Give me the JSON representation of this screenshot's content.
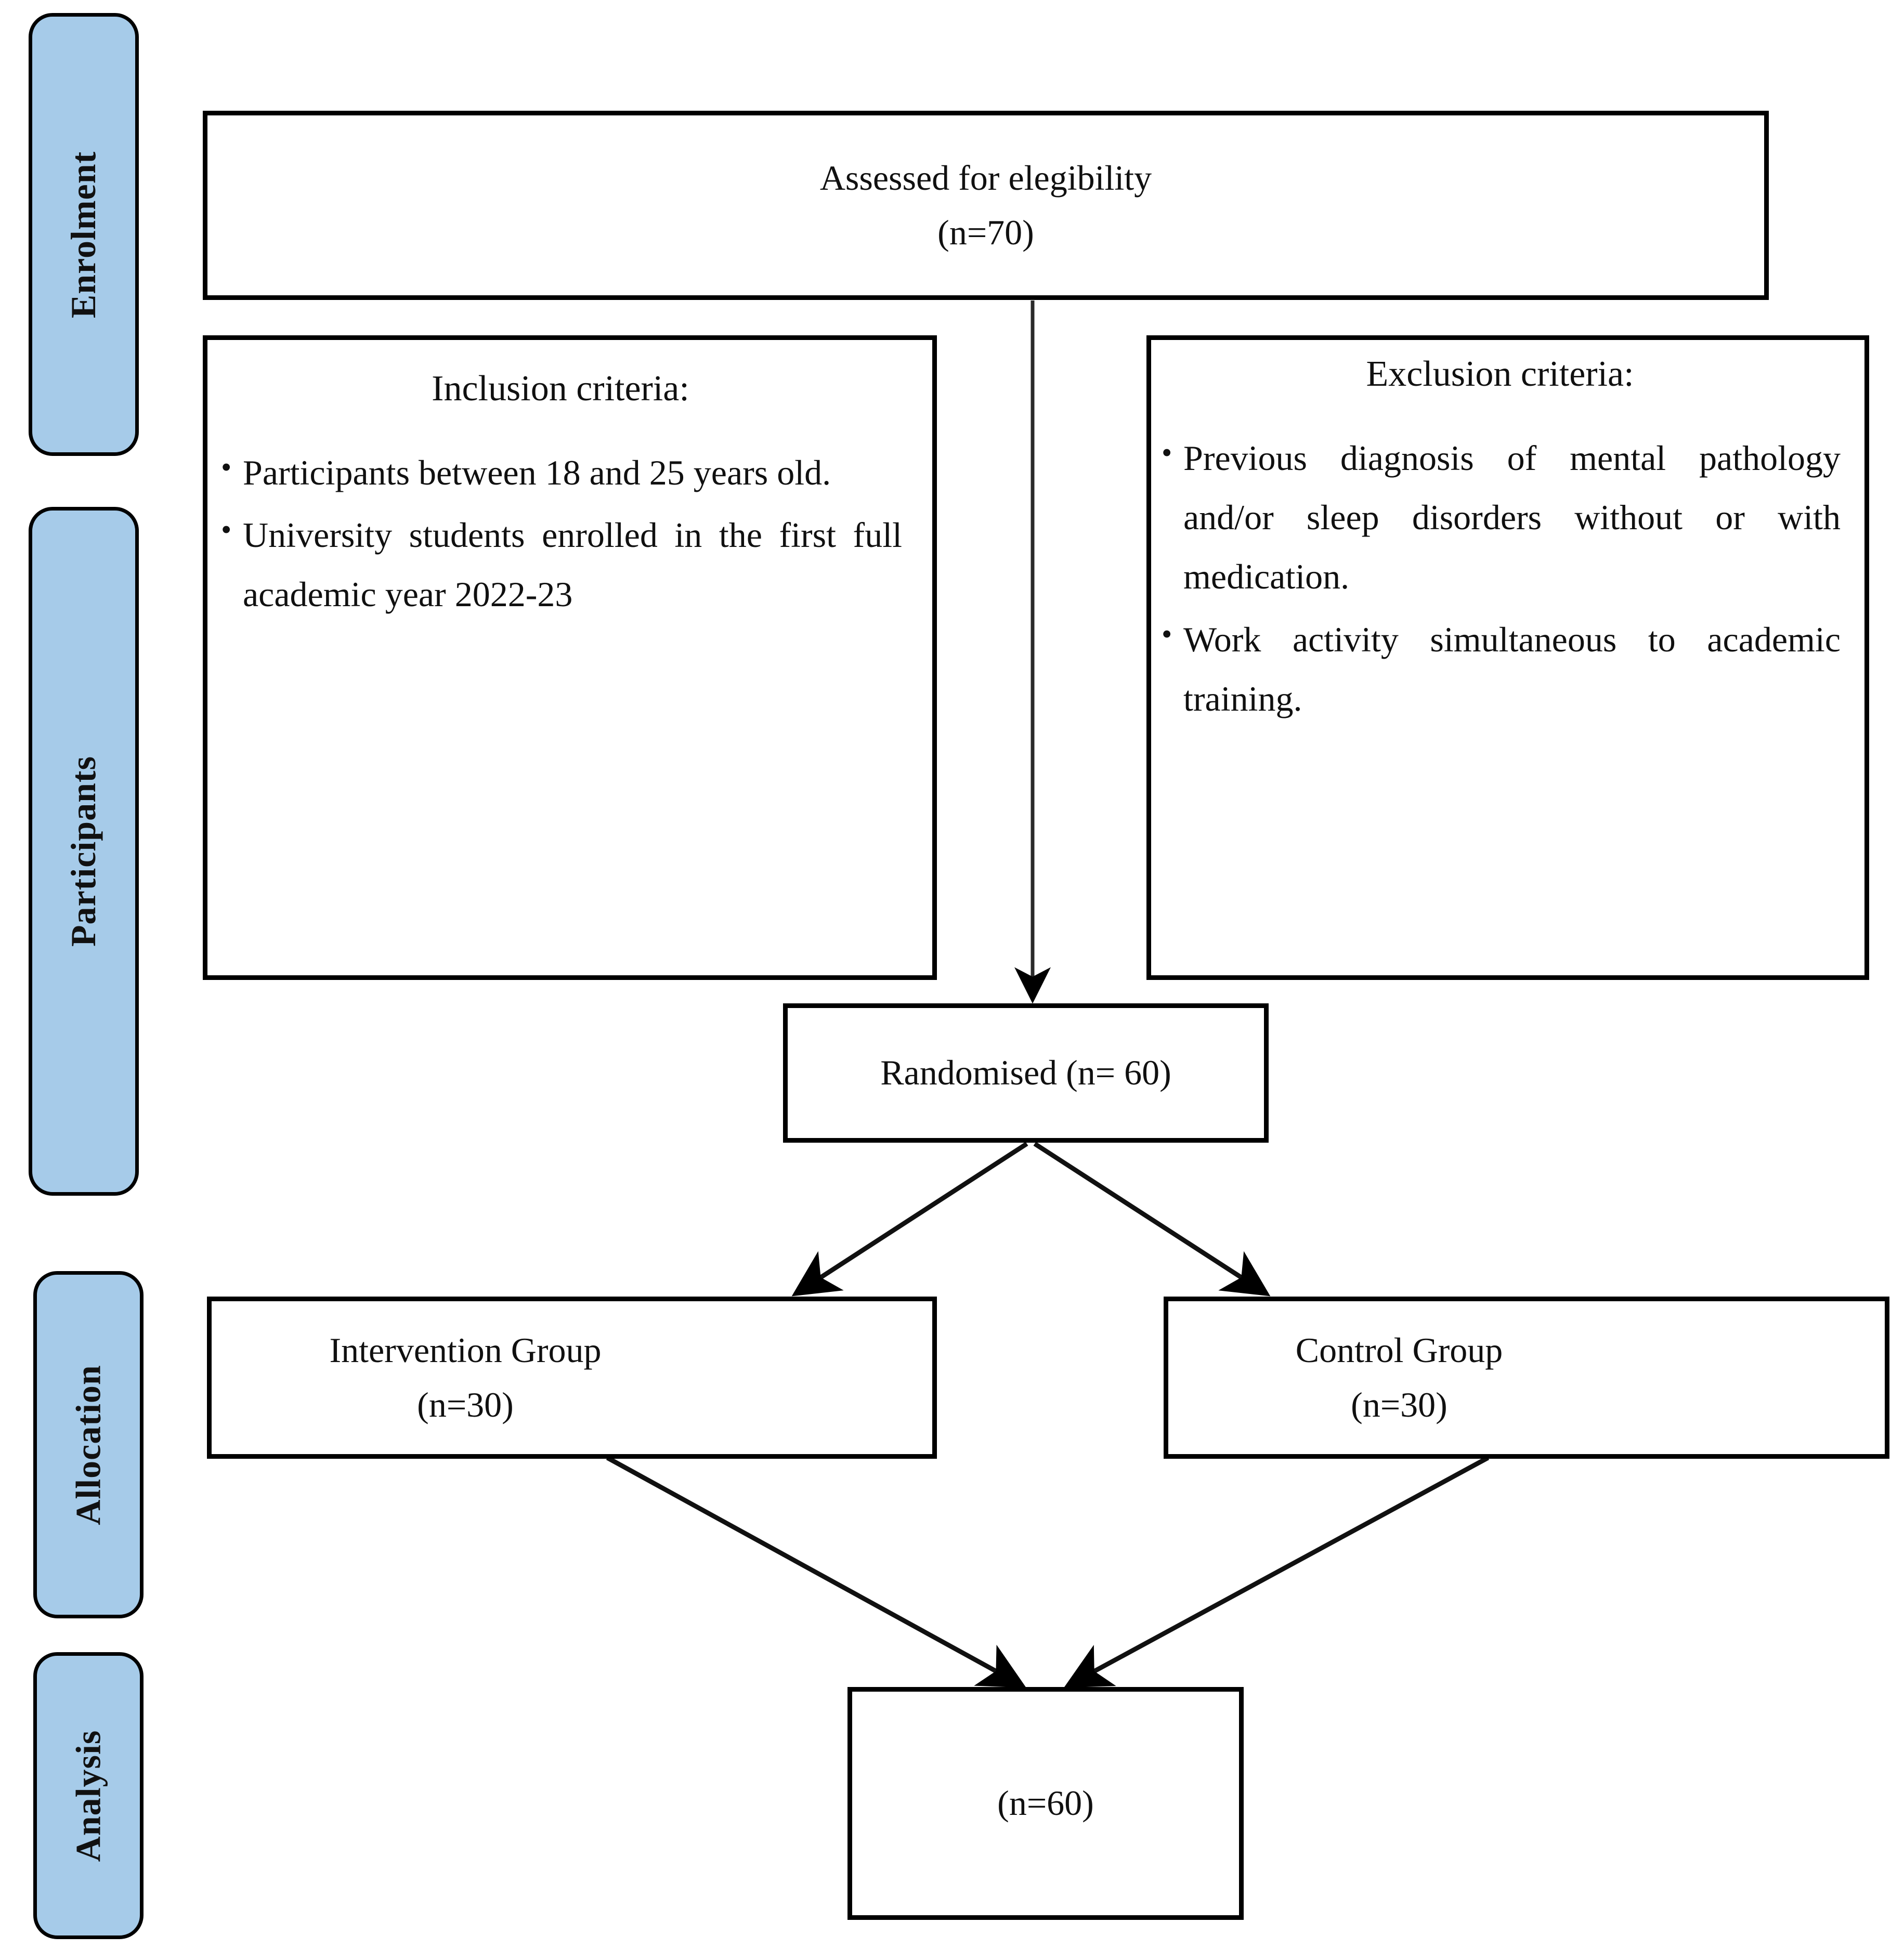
{
  "diagram": {
    "title": "CONSORT participant flow diagram",
    "accent_color": "#a6cbe9",
    "line_color": "#000000",
    "text_color": "#101010"
  },
  "stages": [
    {
      "id": "enrolment",
      "label": "Enrolment"
    },
    {
      "id": "participants",
      "label": "Participants"
    },
    {
      "id": "allocation",
      "label": "Allocation"
    },
    {
      "id": "analysis",
      "label": "Analysis"
    }
  ],
  "boxes": {
    "assessed": {
      "line1": "Assessed for elegibility",
      "line2": "(n=70)"
    },
    "inclusion": {
      "heading": "Inclusion criteria:",
      "items": [
        "Participants between 18 and 25 years old.",
        "University students enrolled in the first full academic year 2022-23"
      ]
    },
    "exclusion": {
      "heading": "Exclusion criteria:",
      "items": [
        "Previous diagnosis of mental pathology and/or sleep disorders without or with medication.",
        "Work activity simultaneous to academic training."
      ]
    },
    "randomised": {
      "line1": "Randomised (n= 60)"
    },
    "intervention": {
      "line1": "Intervention Group",
      "line2": "(n=30)"
    },
    "control": {
      "line1": "Control Group",
      "line2": "(n=30)"
    },
    "analysis": {
      "line1": "(n=60)"
    }
  }
}
